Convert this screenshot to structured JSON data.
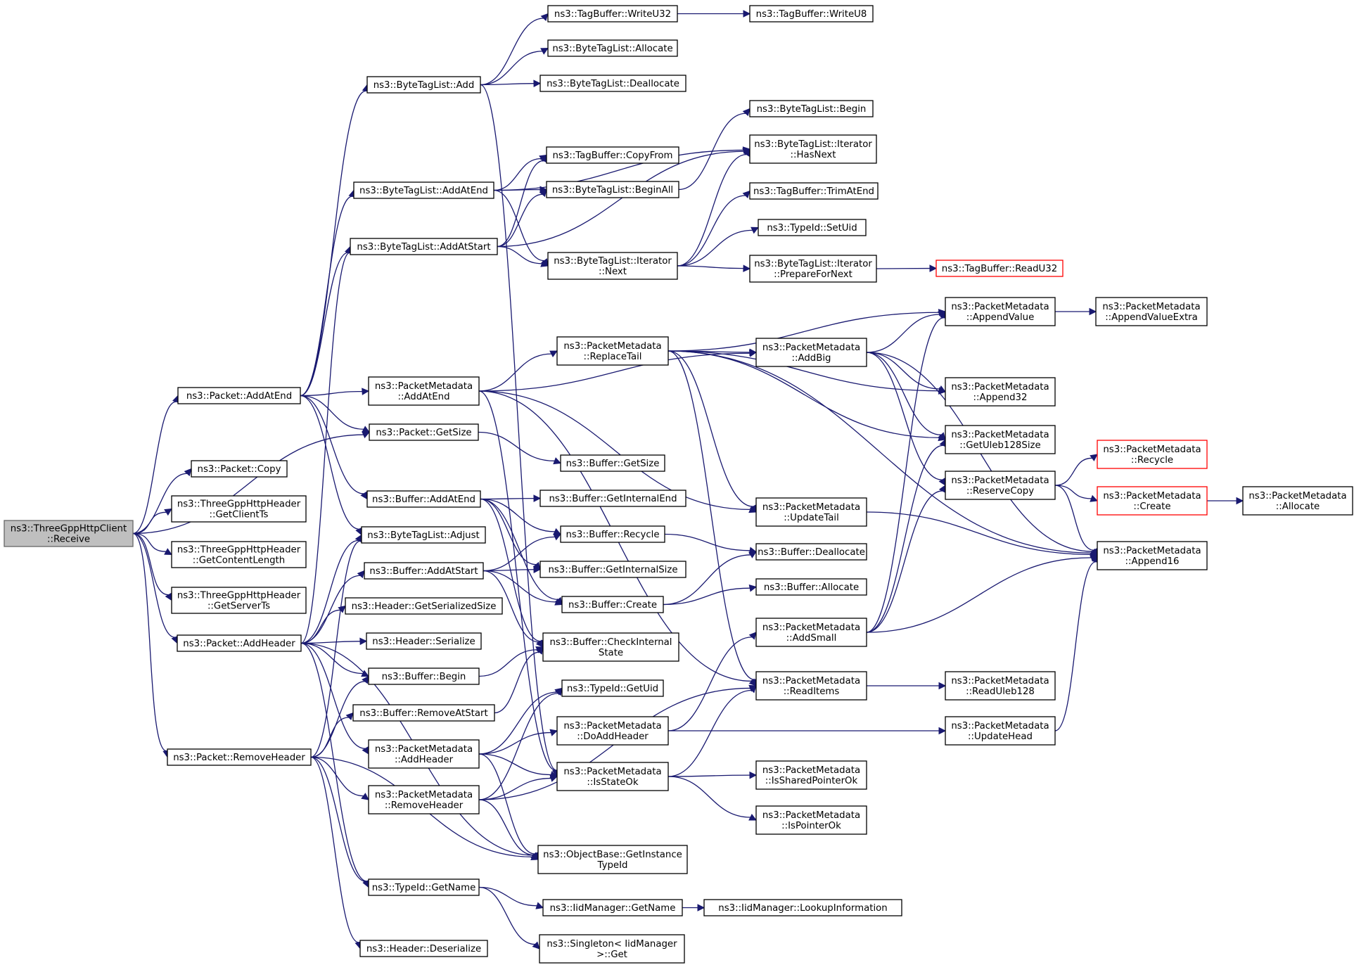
{
  "graph": {
    "nodes": [
      {
        "id": "receive",
        "label": [
          "ns3::ThreeGppHttpClient",
          "::Receive"
        ],
        "style": "root"
      },
      {
        "id": "p_addatend",
        "label": [
          "ns3::Packet::AddAtEnd"
        ]
      },
      {
        "id": "p_copy",
        "label": [
          "ns3::Packet::Copy"
        ]
      },
      {
        "id": "h_getclientts",
        "label": [
          "ns3::ThreeGppHttpHeader",
          "::GetClientTs"
        ]
      },
      {
        "id": "h_getcontentlength",
        "label": [
          "ns3::ThreeGppHttpHeader",
          "::GetContentLength"
        ]
      },
      {
        "id": "h_getserverts",
        "label": [
          "ns3::ThreeGppHttpHeader",
          "::GetServerTs"
        ]
      },
      {
        "id": "p_addheader",
        "label": [
          "ns3::Packet::AddHeader"
        ]
      },
      {
        "id": "p_removeheader",
        "label": [
          "ns3::Packet::RemoveHeader"
        ]
      },
      {
        "id": "btl_add",
        "label": [
          "ns3::ByteTagList::Add"
        ]
      },
      {
        "id": "btl_addatend",
        "label": [
          "ns3::ByteTagList::AddAtEnd"
        ]
      },
      {
        "id": "btl_addatstart",
        "label": [
          "ns3::ByteTagList::AddAtStart"
        ]
      },
      {
        "id": "pm_addatend",
        "label": [
          "ns3::PacketMetadata",
          "::AddAtEnd"
        ]
      },
      {
        "id": "p_getsize",
        "label": [
          "ns3::Packet::GetSize"
        ]
      },
      {
        "id": "b_addatend",
        "label": [
          "ns3::Buffer::AddAtEnd"
        ]
      },
      {
        "id": "btl_adjust",
        "label": [
          "ns3::ByteTagList::Adjust"
        ]
      },
      {
        "id": "b_addatstart",
        "label": [
          "ns3::Buffer::AddAtStart"
        ]
      },
      {
        "id": "hdr_getserializedsize",
        "label": [
          "ns3::Header::GetSerializedSize"
        ]
      },
      {
        "id": "hdr_serialize",
        "label": [
          "ns3::Header::Serialize"
        ]
      },
      {
        "id": "b_begin",
        "label": [
          "ns3::Buffer::Begin"
        ]
      },
      {
        "id": "b_removeatstart",
        "label": [
          "ns3::Buffer::RemoveAtStart"
        ]
      },
      {
        "id": "pm_addheader",
        "label": [
          "ns3::PacketMetadata",
          "::AddHeader"
        ]
      },
      {
        "id": "pm_removeheader",
        "label": [
          "ns3::PacketMetadata",
          "::RemoveHeader"
        ]
      },
      {
        "id": "tid_getname",
        "label": [
          "ns3::TypeId::GetName"
        ]
      },
      {
        "id": "hdr_deserialize",
        "label": [
          "ns3::Header::Deserialize"
        ]
      },
      {
        "id": "tb_writeu32",
        "label": [
          "ns3::TagBuffer::WriteU32"
        ]
      },
      {
        "id": "btl_allocate",
        "label": [
          "ns3::ByteTagList::Allocate"
        ]
      },
      {
        "id": "btl_deallocate",
        "label": [
          "ns3::ByteTagList::Deallocate"
        ]
      },
      {
        "id": "tb_copyfrom",
        "label": [
          "ns3::TagBuffer::CopyFrom"
        ]
      },
      {
        "id": "btl_beginall",
        "label": [
          "ns3::ByteTagList::BeginAll"
        ]
      },
      {
        "id": "btli_next",
        "label": [
          "ns3::ByteTagList::Iterator",
          "::Next"
        ]
      },
      {
        "id": "pm_replacetail",
        "label": [
          "ns3::PacketMetadata",
          "::ReplaceTail"
        ]
      },
      {
        "id": "b_getsize",
        "label": [
          "ns3::Buffer::GetSize"
        ]
      },
      {
        "id": "b_getinternalend",
        "label": [
          "ns3::Buffer::GetInternalEnd"
        ]
      },
      {
        "id": "b_recycle",
        "label": [
          "ns3::Buffer::Recycle"
        ]
      },
      {
        "id": "b_getinternalsize",
        "label": [
          "ns3::Buffer::GetInternalSize"
        ]
      },
      {
        "id": "b_create",
        "label": [
          "ns3::Buffer::Create"
        ]
      },
      {
        "id": "b_checkinternalstate",
        "label": [
          "ns3::Buffer::CheckInternal",
          "State"
        ]
      },
      {
        "id": "tid_getuid",
        "label": [
          "ns3::TypeId::GetUid"
        ]
      },
      {
        "id": "pm_doaddheader",
        "label": [
          "ns3::PacketMetadata",
          "::DoAddHeader"
        ]
      },
      {
        "id": "pm_isstateok",
        "label": [
          "ns3::PacketMetadata",
          "::IsStateOk"
        ]
      },
      {
        "id": "ob_getinstancetypeid",
        "label": [
          "ns3::ObjectBase::GetInstance",
          "TypeId"
        ]
      },
      {
        "id": "iid_getname",
        "label": [
          "ns3::IidManager::GetName"
        ]
      },
      {
        "id": "singleton_get",
        "label": [
          "ns3::Singleton< IidManager",
          ">::Get"
        ]
      },
      {
        "id": "tb_writeu8",
        "label": [
          "ns3::TagBuffer::WriteU8"
        ]
      },
      {
        "id": "btl_begin",
        "label": [
          "ns3::ByteTagList::Begin"
        ]
      },
      {
        "id": "btli_hasnext",
        "label": [
          "ns3::ByteTagList::Iterator",
          "::HasNext"
        ]
      },
      {
        "id": "tb_trimatend",
        "label": [
          "ns3::TagBuffer::TrimAtEnd"
        ]
      },
      {
        "id": "tid_setuid",
        "label": [
          "ns3::TypeId::SetUid"
        ]
      },
      {
        "id": "btli_preparefornext",
        "label": [
          "ns3::ByteTagList::Iterator",
          "::PrepareForNext"
        ]
      },
      {
        "id": "pm_addbig",
        "label": [
          "ns3::PacketMetadata",
          "::AddBig"
        ]
      },
      {
        "id": "pm_updatetail",
        "label": [
          "ns3::PacketMetadata",
          "::UpdateTail"
        ]
      },
      {
        "id": "b_deallocate",
        "label": [
          "ns3::Buffer::Deallocate"
        ]
      },
      {
        "id": "b_allocate",
        "label": [
          "ns3::Buffer::Allocate"
        ]
      },
      {
        "id": "pm_addsmall",
        "label": [
          "ns3::PacketMetadata",
          "::AddSmall"
        ]
      },
      {
        "id": "pm_readitems",
        "label": [
          "ns3::PacketMetadata",
          "::ReadItems"
        ]
      },
      {
        "id": "pm_issharedpointerok",
        "label": [
          "ns3::PacketMetadata",
          "::IsSharedPointerOk"
        ]
      },
      {
        "id": "pm_ispointerok",
        "label": [
          "ns3::PacketMetadata",
          "::IsPointerOk"
        ]
      },
      {
        "id": "iid_lookupinformation",
        "label": [
          "ns3::IidManager::LookupInformation"
        ]
      },
      {
        "id": "tb_readu32",
        "label": [
          "ns3::TagBuffer::ReadU32"
        ],
        "style": "red"
      },
      {
        "id": "pm_appendvalue",
        "label": [
          "ns3::PacketMetadata",
          "::AppendValue"
        ]
      },
      {
        "id": "pm_append32",
        "label": [
          "ns3::PacketMetadata",
          "::Append32"
        ]
      },
      {
        "id": "pm_getuleb128size",
        "label": [
          "ns3::PacketMetadata",
          "::GetUleb128Size"
        ]
      },
      {
        "id": "pm_reservecopy",
        "label": [
          "ns3::PacketMetadata",
          "::ReserveCopy"
        ]
      },
      {
        "id": "pm_readuleb128",
        "label": [
          "ns3::PacketMetadata",
          "::ReadUleb128"
        ]
      },
      {
        "id": "pm_updatehead",
        "label": [
          "ns3::PacketMetadata",
          "::UpdateHead"
        ]
      },
      {
        "id": "pm_appendvalueextra",
        "label": [
          "ns3::PacketMetadata",
          "::AppendValueExtra"
        ]
      },
      {
        "id": "pm_recycle",
        "label": [
          "ns3::PacketMetadata",
          "::Recycle"
        ],
        "style": "red"
      },
      {
        "id": "pm_create",
        "label": [
          "ns3::PacketMetadata",
          "::Create"
        ],
        "style": "red"
      },
      {
        "id": "pm_append16",
        "label": [
          "ns3::PacketMetadata",
          "::Append16"
        ]
      },
      {
        "id": "pm_allocate",
        "label": [
          "ns3::PacketMetadata",
          "::Allocate"
        ]
      }
    ],
    "edges": [
      [
        "receive",
        "p_addatend"
      ],
      [
        "receive",
        "p_getsize"
      ],
      [
        "receive",
        "p_copy"
      ],
      [
        "receive",
        "h_getclientts"
      ],
      [
        "receive",
        "h_getcontentlength"
      ],
      [
        "receive",
        "h_getserverts"
      ],
      [
        "receive",
        "p_addheader"
      ],
      [
        "receive",
        "p_removeheader"
      ],
      [
        "p_addatend",
        "btl_add"
      ],
      [
        "p_addatend",
        "btl_addatend"
      ],
      [
        "p_addatend",
        "btl_addatstart"
      ],
      [
        "p_addatend",
        "pm_addatend"
      ],
      [
        "p_addatend",
        "p_getsize"
      ],
      [
        "p_addatend",
        "b_addatend"
      ],
      [
        "p_addatend",
        "btl_adjust"
      ],
      [
        "p_addheader",
        "btl_adjust"
      ],
      [
        "p_addheader",
        "btl_addatstart"
      ],
      [
        "p_addheader",
        "b_addatstart"
      ],
      [
        "p_addheader",
        "hdr_getserializedsize"
      ],
      [
        "p_addheader",
        "hdr_serialize"
      ],
      [
        "p_addheader",
        "b_begin"
      ],
      [
        "p_addheader",
        "pm_addheader"
      ],
      [
        "p_addheader",
        "tid_getname"
      ],
      [
        "p_addheader",
        "ob_getinstancetypeid"
      ],
      [
        "p_removeheader",
        "btl_adjust"
      ],
      [
        "p_removeheader",
        "b_begin"
      ],
      [
        "p_removeheader",
        "b_removeatstart"
      ],
      [
        "p_removeheader",
        "pm_removeheader"
      ],
      [
        "p_removeheader",
        "tid_getname"
      ],
      [
        "p_removeheader",
        "ob_getinstancetypeid"
      ],
      [
        "p_removeheader",
        "hdr_deserialize"
      ],
      [
        "btl_add",
        "tb_writeu32"
      ],
      [
        "btl_add",
        "btl_allocate"
      ],
      [
        "btl_add",
        "btl_deallocate"
      ],
      [
        "btl_add",
        "pm_isstateok"
      ],
      [
        "btl_addatend",
        "tb_copyfrom"
      ],
      [
        "btl_addatend",
        "btl_beginall"
      ],
      [
        "btl_addatend",
        "btli_hasnext"
      ],
      [
        "btl_addatend",
        "btli_next"
      ],
      [
        "btl_addatstart",
        "tb_copyfrom"
      ],
      [
        "btl_addatstart",
        "btl_beginall"
      ],
      [
        "btl_addatstart",
        "btli_hasnext"
      ],
      [
        "btl_addatstart",
        "btli_next"
      ],
      [
        "pm_addatend",
        "pm_replacetail"
      ],
      [
        "pm_addatend",
        "pm_addbig"
      ],
      [
        "pm_addatend",
        "pm_updatetail"
      ],
      [
        "pm_addatend",
        "pm_readitems"
      ],
      [
        "pm_addatend",
        "pm_isstateok"
      ],
      [
        "p_getsize",
        "b_getsize"
      ],
      [
        "b_addatend",
        "b_getinternalend"
      ],
      [
        "b_addatend",
        "b_recycle"
      ],
      [
        "b_addatend",
        "b_getinternalsize"
      ],
      [
        "b_addatend",
        "b_create"
      ],
      [
        "b_addatend",
        "b_checkinternalstate"
      ],
      [
        "b_addatstart",
        "b_recycle"
      ],
      [
        "b_addatstart",
        "b_getinternalsize"
      ],
      [
        "b_addatstart",
        "b_create"
      ],
      [
        "b_addatstart",
        "b_checkinternalstate"
      ],
      [
        "b_begin",
        "b_checkinternalstate"
      ],
      [
        "b_removeatstart",
        "b_checkinternalstate"
      ],
      [
        "pm_addheader",
        "tid_getuid"
      ],
      [
        "pm_addheader",
        "pm_doaddheader"
      ],
      [
        "pm_addheader",
        "pm_isstateok"
      ],
      [
        "pm_addheader",
        "ob_getinstancetypeid"
      ],
      [
        "pm_removeheader",
        "tid_getuid"
      ],
      [
        "pm_removeheader",
        "pm_isstateok"
      ],
      [
        "pm_removeheader",
        "pm_readitems"
      ],
      [
        "pm_removeheader",
        "ob_getinstancetypeid"
      ],
      [
        "tid_getname",
        "iid_getname"
      ],
      [
        "tid_getname",
        "singleton_get"
      ],
      [
        "tb_writeu32",
        "tb_writeu8"
      ],
      [
        "btl_beginall",
        "btl_begin"
      ],
      [
        "btli_next",
        "btli_hasnext"
      ],
      [
        "btli_next",
        "tb_trimatend"
      ],
      [
        "btli_next",
        "tid_setuid"
      ],
      [
        "btli_next",
        "btli_preparefornext"
      ],
      [
        "btli_preparefornext",
        "tb_readu32"
      ],
      [
        "pm_replacetail",
        "pm_addbig"
      ],
      [
        "pm_replacetail",
        "pm_appendvalue"
      ],
      [
        "pm_replacetail",
        "pm_append32"
      ],
      [
        "pm_replacetail",
        "pm_getuleb128size"
      ],
      [
        "pm_replacetail",
        "pm_updatetail"
      ],
      [
        "pm_replacetail",
        "pm_append16"
      ],
      [
        "pm_replacetail",
        "pm_readitems"
      ],
      [
        "b_recycle",
        "b_deallocate"
      ],
      [
        "b_create",
        "b_deallocate"
      ],
      [
        "b_create",
        "b_allocate"
      ],
      [
        "pm_doaddheader",
        "pm_addsmall"
      ],
      [
        "pm_doaddheader",
        "pm_updatehead"
      ],
      [
        "pm_isstateok",
        "pm_readitems"
      ],
      [
        "pm_isstateok",
        "pm_issharedpointerok"
      ],
      [
        "pm_isstateok",
        "pm_ispointerok"
      ],
      [
        "iid_getname",
        "iid_lookupinformation"
      ],
      [
        "pm_addbig",
        "pm_appendvalue"
      ],
      [
        "pm_addbig",
        "pm_append32"
      ],
      [
        "pm_addbig",
        "pm_getuleb128size"
      ],
      [
        "pm_addbig",
        "pm_reservecopy"
      ],
      [
        "pm_addbig",
        "pm_append16"
      ],
      [
        "pm_updatetail",
        "pm_append16"
      ],
      [
        "pm_addsmall",
        "pm_appendvalue"
      ],
      [
        "pm_addsmall",
        "pm_getuleb128size"
      ],
      [
        "pm_addsmall",
        "pm_reservecopy"
      ],
      [
        "pm_addsmall",
        "pm_append16"
      ],
      [
        "pm_readitems",
        "pm_readuleb128"
      ],
      [
        "pm_updatehead",
        "pm_append16"
      ],
      [
        "pm_appendvalue",
        "pm_appendvalueextra"
      ],
      [
        "pm_reservecopy",
        "pm_recycle"
      ],
      [
        "pm_reservecopy",
        "pm_create"
      ],
      [
        "pm_reservecopy",
        "pm_append16"
      ],
      [
        "pm_create",
        "pm_allocate"
      ]
    ]
  }
}
